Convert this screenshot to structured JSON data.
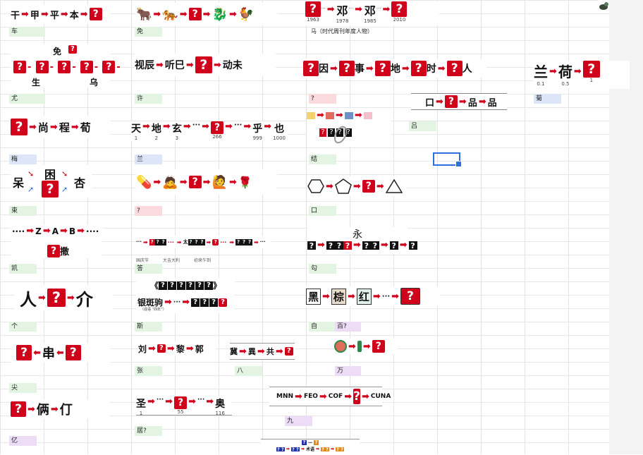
{
  "colors": {
    "question": "#d0021b",
    "accent": "#2f6fe0",
    "green_cell": "#e3f4e3",
    "blue_cell": "#dde6f8",
    "pink_cell": "#fadadd",
    "purple_cell": "#ecdcf5"
  },
  "glyphs": {
    "q": "?",
    "arrow": "➡",
    "ellipsis": "···",
    "dots": "····",
    "arrow_left": "⬅",
    "dash": "-"
  },
  "puzzles": {
    "p1": {
      "chars": [
        "干",
        "甲",
        "平",
        "本"
      ],
      "answer": "车"
    },
    "p2": {
      "answer": "免"
    },
    "p3": {
      "chars": [
        "邓",
        "邓"
      ],
      "years": [
        "1963",
        "1978",
        "1985",
        "2010"
      ],
      "answer": "马（时代周刊年度人物）"
    },
    "p4": {
      "top": "免",
      "bottom_left": "生",
      "bottom_right": "乌",
      "answer": "尤"
    },
    "p5": {
      "chars": [
        "视辰",
        "听巳",
        "动未"
      ],
      "answer": "许"
    },
    "p6": {
      "chars": [
        "因",
        "事",
        "地",
        "时",
        "人"
      ],
      "answer": "?"
    },
    "p7": {
      "chars": [
        "兰",
        "荷"
      ],
      "nums": [
        "0.1",
        "0.5",
        "1"
      ],
      "answer": "菊"
    },
    "p8": {
      "chars": [
        "口",
        "品",
        "品"
      ],
      "answer": "吕"
    },
    "p9": {
      "chars": [
        "尚",
        "程",
        "荀"
      ],
      "answer": "梅"
    },
    "p10": {
      "chars": [
        "天",
        "地",
        "玄",
        "乎",
        "也"
      ],
      "nums": [
        "1",
        "2",
        "3",
        "266",
        "999",
        "1000"
      ],
      "answer": "兰"
    },
    "p11": {
      "answer": "结"
    },
    "p12": {
      "chars": [
        "呆",
        "困",
        "杏"
      ],
      "answer": "束"
    },
    "p13": {
      "answer": "?"
    },
    "p14": {
      "answer": "口"
    },
    "p15": {
      "chars": [
        "Z",
        "A",
        "B",
        "撒"
      ],
      "answer": "凯"
    },
    "p16": {
      "chars": [
        "太"
      ],
      "sub": [
        "国庆节",
        "大吉大利",
        "初来乍到"
      ],
      "answer": "答"
    },
    "p17": {
      "top": "永",
      "answer": "勾"
    },
    "p18": {
      "chars": [
        "人",
        "介"
      ],
      "answer": "个"
    },
    "p19": {
      "title": "《",
      "title_end": "》",
      "chars": [
        "银斑驹"
      ],
      "note": "（成语 “四年”）",
      "answer": "斯"
    },
    "p20": {
      "chars": [
        "黑",
        "棕",
        "红"
      ],
      "answer": "自",
      "answer2": "百?"
    },
    "p21": {
      "chars": [
        "串"
      ],
      "answer": "尖"
    },
    "p22": {
      "chars": [
        "刘",
        "黎",
        "郭"
      ],
      "answer": "张"
    },
    "p23": {
      "chars": [
        "冀",
        "異",
        "共"
      ],
      "answer": "八"
    },
    "p24": {
      "answer": "万"
    },
    "p25": {
      "chars": [
        "俩",
        "仃"
      ],
      "answer": "亿"
    },
    "p26": {
      "chars": [
        "圣",
        "奥"
      ],
      "nums": [
        "1",
        "55",
        "116"
      ],
      "answer": "居?"
    },
    "p27": {
      "chars": [
        "MNN",
        "FEO",
        "COF",
        "CUNA"
      ],
      "answer": "九"
    },
    "p28": {
      "chars": [
        "一",
        "术语"
      ],
      "answer": ""
    }
  }
}
